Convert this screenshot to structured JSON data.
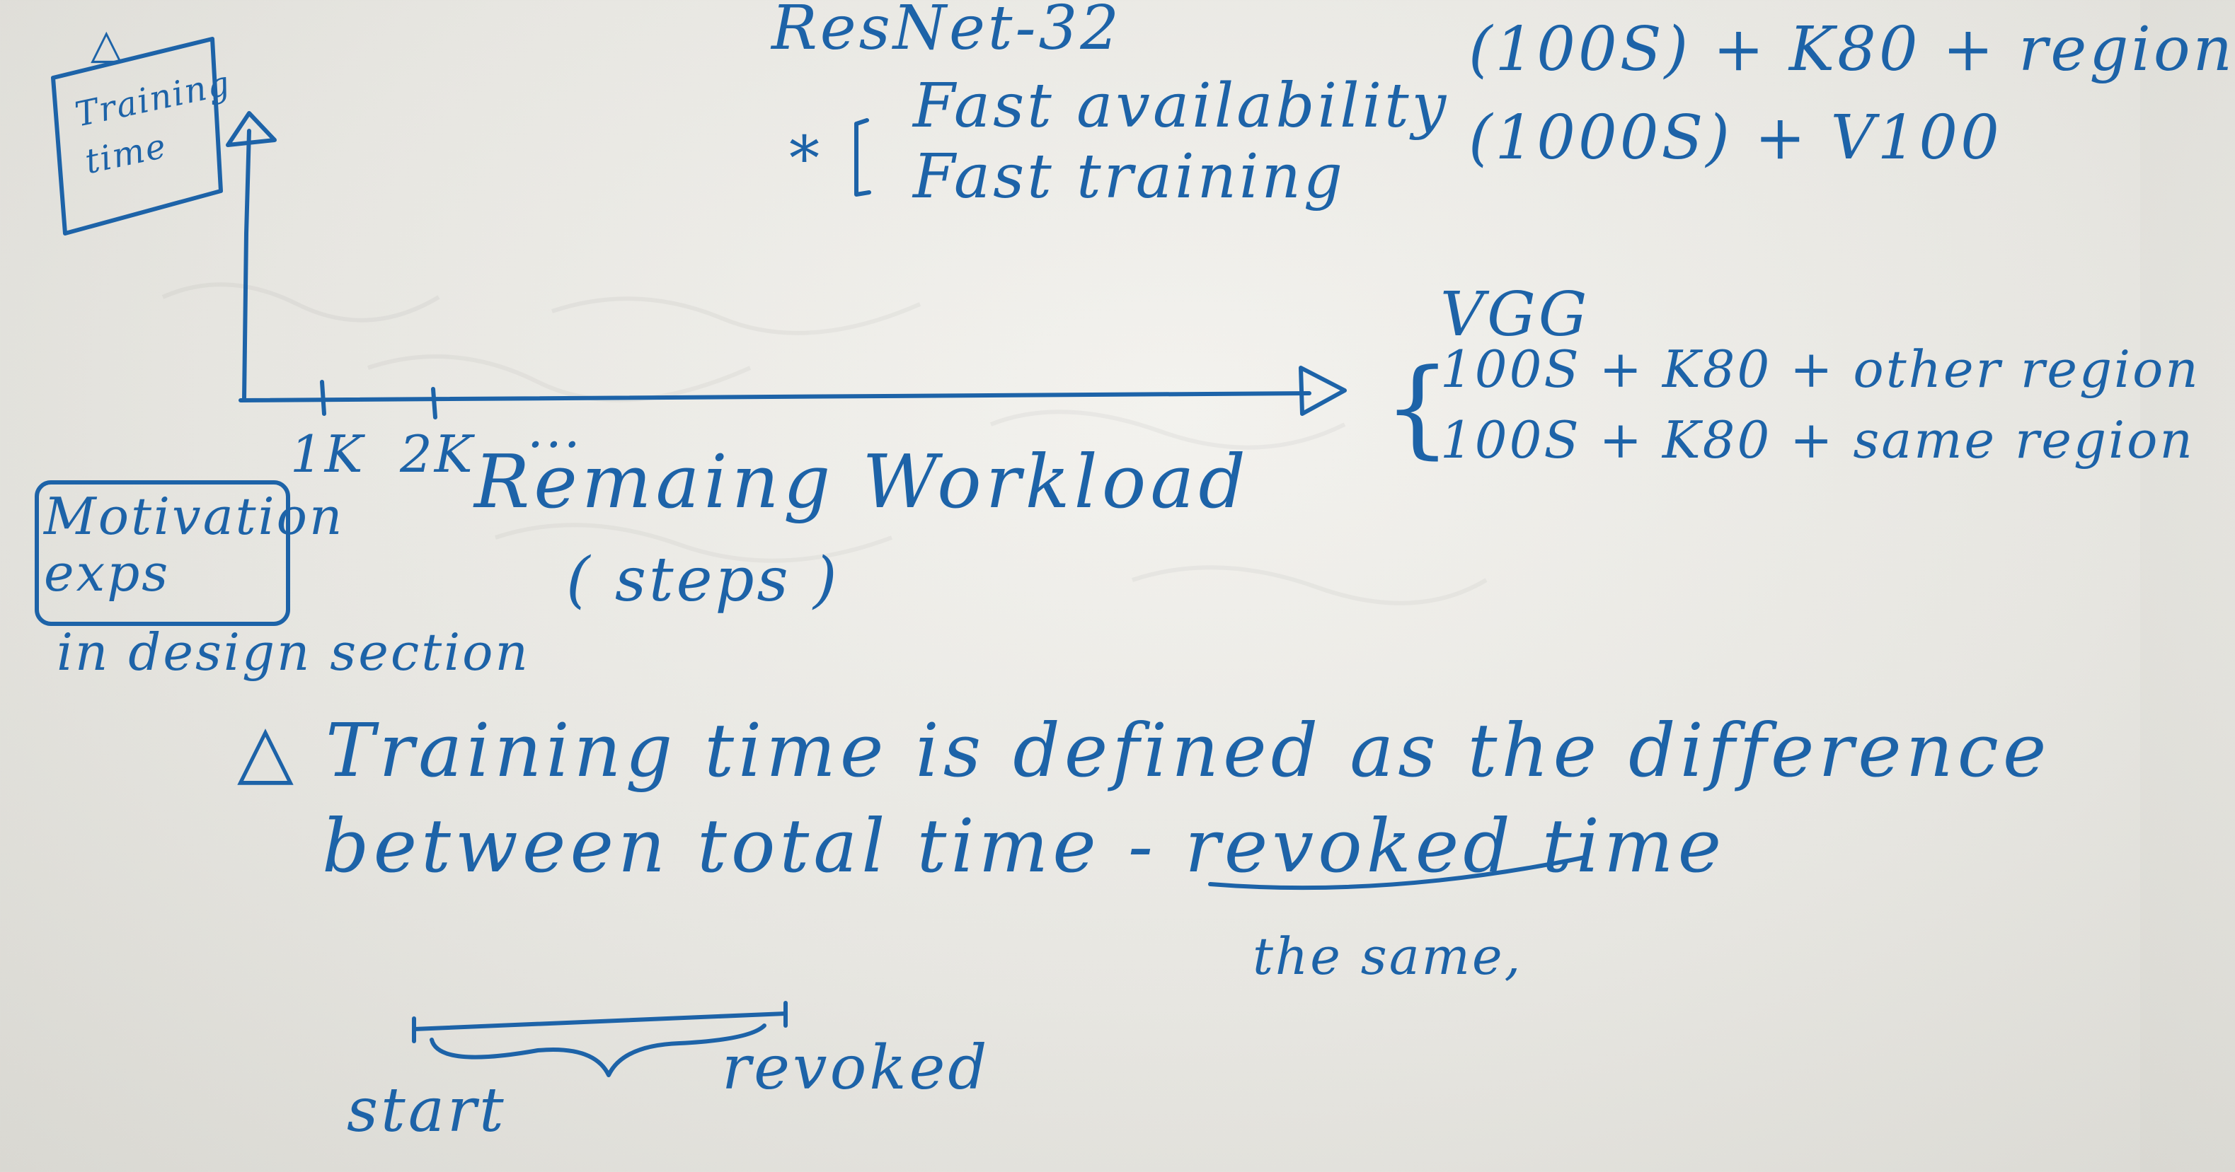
{
  "note": {
    "top_partial": "ResNet-32",
    "star_marker": "*",
    "bracket_items": [
      "Fast availability",
      "Fast training"
    ],
    "top_right_1": "(100S) + K80 + region",
    "top_right_2": "(1000S) + V100",
    "training_time_label": "Training time",
    "triangle_mark": "△",
    "x_axis_ticks": [
      "1K",
      "2K",
      "..."
    ],
    "x_axis_label": "Remaing Workload",
    "x_axis_unit": "( steps )",
    "vgg_title": "VGG",
    "vgg_line_1": "100S + K80 + other region",
    "vgg_line_2": "100S + K80 + same region",
    "motivation_box": "Motivation exps",
    "motivation_sub": "in design section",
    "definition_line_1": "△ Training time is defined as the difference",
    "definition_line_2": "between total time - revoked time",
    "aside": "the same,",
    "timeline_start": "start",
    "timeline_end": "revoked"
  }
}
